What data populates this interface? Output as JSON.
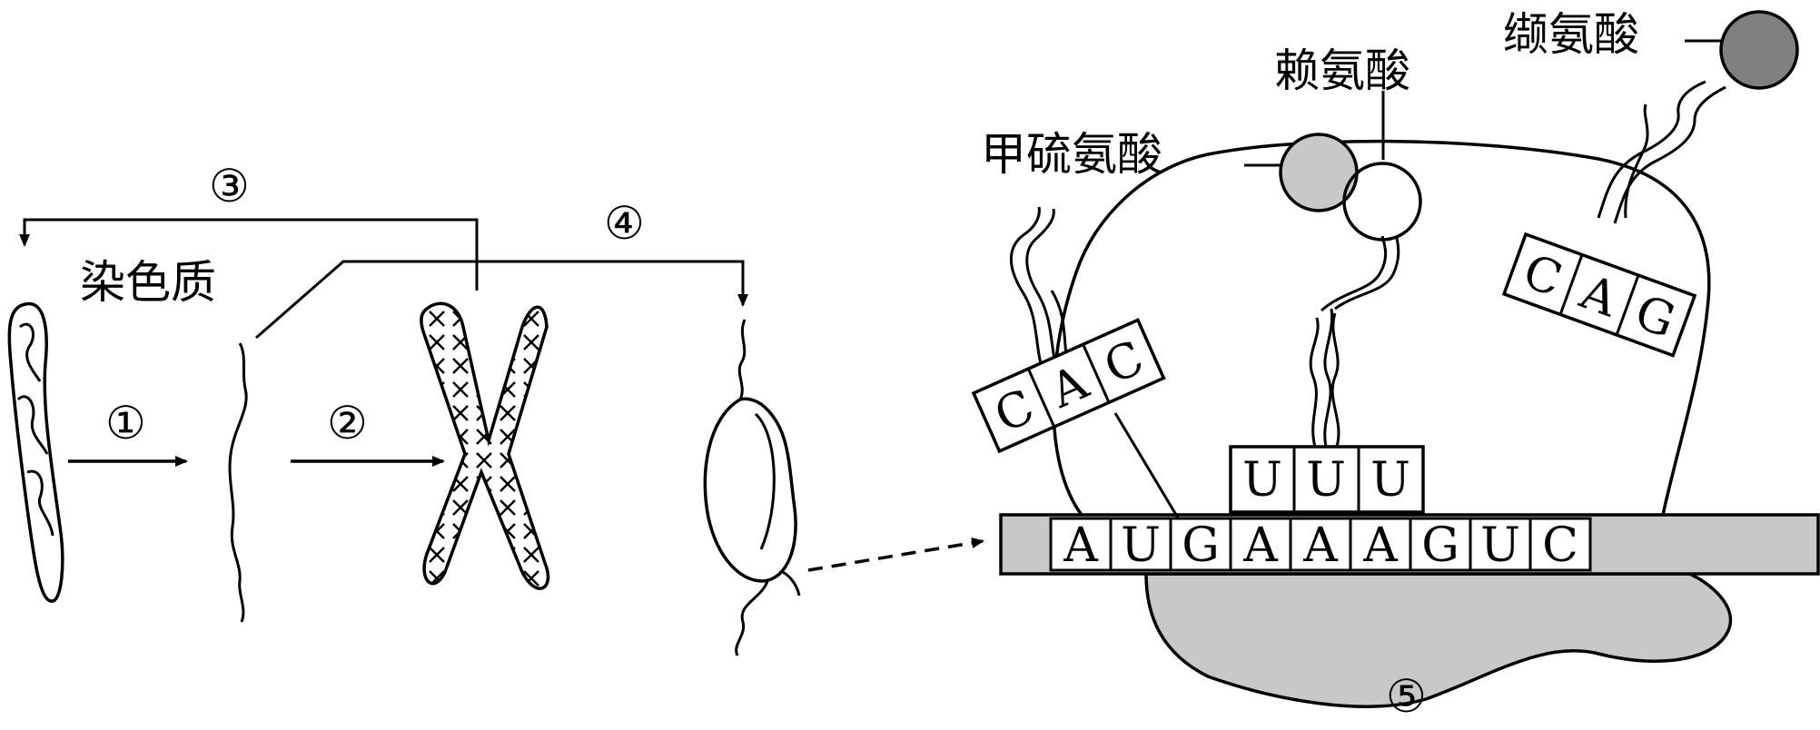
{
  "labels": {
    "chromatin": "染色质",
    "methionine": "甲硫氨酸",
    "lysine": "赖氨酸",
    "valine": "缬氨酸"
  },
  "steps": {
    "s1": "①",
    "s2": "②",
    "s3": "③",
    "s4": "④",
    "s5": "⑤"
  },
  "mrna": {
    "bases": [
      "A",
      "U",
      "G",
      "A",
      "A",
      "A",
      "G",
      "U",
      "C"
    ]
  },
  "trna": {
    "left": [
      "C",
      "A",
      "C"
    ],
    "middle": [
      "U",
      "U",
      "U"
    ],
    "right": [
      "C",
      "A",
      "G"
    ]
  },
  "colors": {
    "ribosome_fill": "#c8c8c8",
    "valine_fill": "#808080",
    "methionine_fill": "#c8c8c8",
    "line": "#000000"
  }
}
